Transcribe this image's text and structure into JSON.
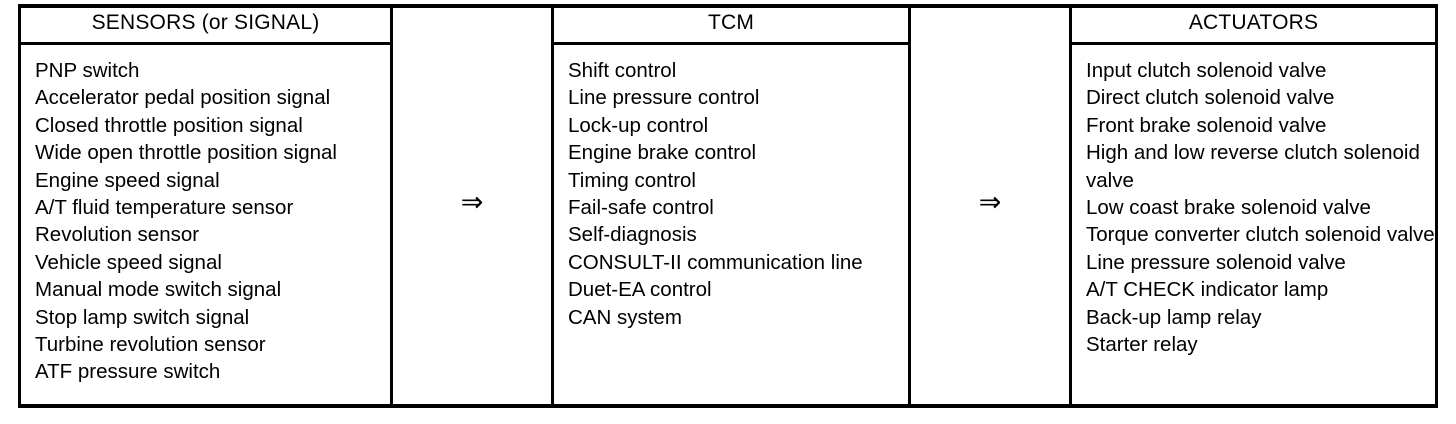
{
  "diagram": {
    "columns": [
      {
        "id": "sensors",
        "header": "SENSORS (or SIGNAL)",
        "items": [
          "PNP switch",
          "Accelerator pedal position signal",
          "Closed throttle position signal",
          "Wide open throttle position signal",
          "Engine speed signal",
          "A/T fluid temperature sensor",
          "Revolution sensor",
          "Vehicle speed signal",
          "Manual mode switch signal",
          "Stop lamp switch signal",
          "Turbine revolution sensor",
          "ATF pressure switch"
        ]
      },
      {
        "id": "tcm",
        "header": "TCM",
        "items": [
          "Shift control",
          "Line pressure control",
          "Lock-up control",
          "Engine brake control",
          "Timing control",
          "Fail-safe control",
          "Self-diagnosis",
          "CONSULT-II communication line",
          "Duet-EA control",
          "CAN system"
        ]
      },
      {
        "id": "actuators",
        "header": "ACTUATORS",
        "items": [
          "Input clutch solenoid valve",
          "Direct clutch solenoid valve",
          "Front brake solenoid valve",
          "High and low reverse clutch solenoid valve",
          "Low coast brake solenoid valve",
          "Torque converter clutch solenoid valve",
          "Line pressure solenoid valve",
          "A/T CHECK indicator lamp",
          "Back-up lamp relay",
          "Starter relay"
        ]
      }
    ],
    "connectors": [
      {
        "id": "sensors-to-tcm",
        "glyph": "⇒"
      },
      {
        "id": "tcm-to-actuators",
        "glyph": "⇒"
      }
    ],
    "colors": {
      "ink": "#000000",
      "background": "#ffffff"
    }
  }
}
